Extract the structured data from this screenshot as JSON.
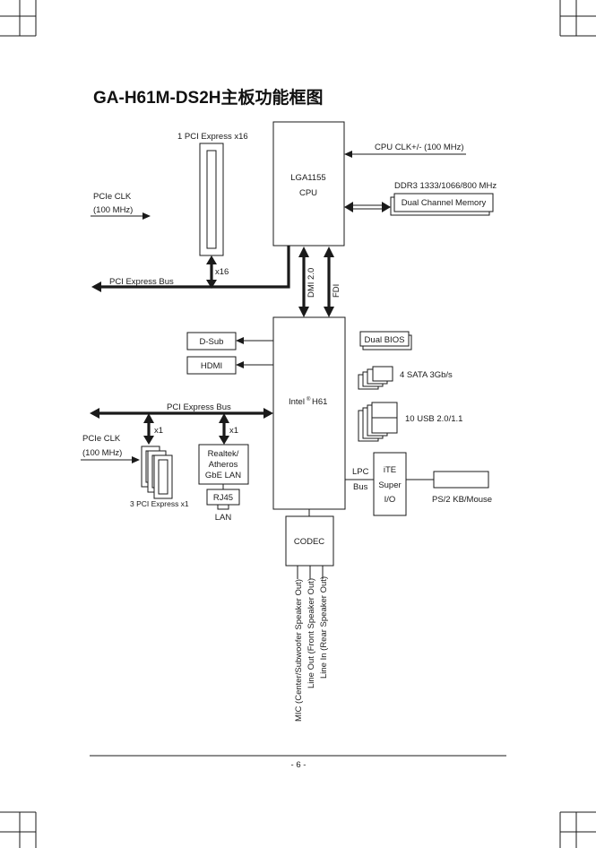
{
  "title": "GA-H61M-DS2H主板功能框图",
  "labels": {
    "pcie_x16_slot": "1 PCI Express x16",
    "cpu_line1": "LGA1155",
    "cpu_line2": "CPU",
    "cpu_clk": "CPU CLK+/- (100 MHz)",
    "ddr3": "DDR3 1333/1066/800 MHz",
    "dual_channel_memory": "Dual Channel Memory",
    "pcie_clk_top_1": "PCIe CLK",
    "pcie_clk_top_2": "(100 MHz)",
    "x16": "x16",
    "pci_express_bus_top": "PCI Express Bus",
    "dmi": "DMI 2.0",
    "fdi": "FDI",
    "dsub": "D-Sub",
    "hdmi": "HDMI",
    "dual_bios": "Dual BIOS",
    "sata": "4 SATA 3Gb/s",
    "pch_name": "Intel",
    "pch_reg": "®",
    "pch_model": "H61",
    "usb": "10 USB 2.0/1.1",
    "pci_express_bus_mid": "PCI Express Bus",
    "x1_left": "x1",
    "x1_right": "x1",
    "pcie_clk_mid_1": "PCIe CLK",
    "pcie_clk_mid_2": "(100 MHz)",
    "lan_chip_1": "Realtek/",
    "lan_chip_2": "Atheros",
    "lan_chip_3": "GbE LAN",
    "rj45": "RJ45",
    "lan": "LAN",
    "pcie_x1_slots": "3 PCI Express x1",
    "lpc_1": "LPC",
    "lpc_2": "Bus",
    "superio_1": "iTE",
    "superio_2": "Super",
    "superio_3": "I/O",
    "ps2": "PS/2 KB/Mouse",
    "codec": "CODEC",
    "audio_1": "MIC (Center/Subwoofer Speaker Out)",
    "audio_2": "Line Out (Front Speaker Out)",
    "audio_3": "Line In (Rear Speaker Out)",
    "page_number": "- 6 -"
  }
}
